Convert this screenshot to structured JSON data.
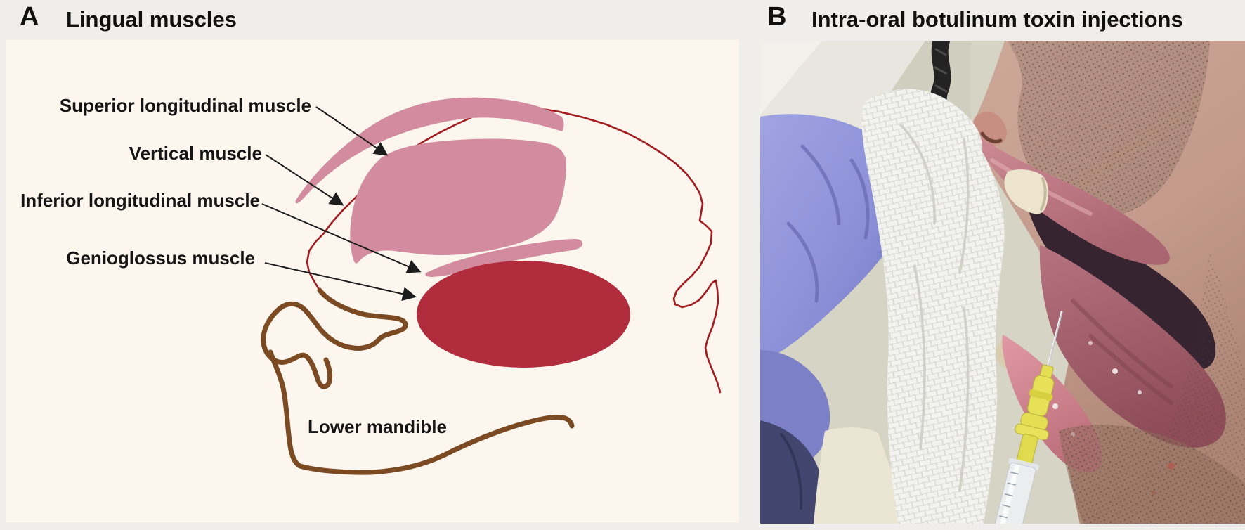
{
  "figure": {
    "panelA": {
      "letter": "A",
      "title": "Lingual muscles",
      "labels": {
        "superior": "Superior longitudinal muscle",
        "vertical": "Vertical muscle",
        "inferior": "Inferior longitudinal muscle",
        "genioglossus": "Genioglossus muscle",
        "mandible": "Lower mandible"
      },
      "colors": {
        "panel_background": "#fdf6ee",
        "muscle_pink": "#d28b9f",
        "genioglossus_red": "#b12c3c",
        "head_outline_red": "#a31b1f",
        "mandible_brown": "#7b4a22",
        "arrow_black": "#1c1c1c",
        "label_text": "#151515"
      }
    },
    "panelB": {
      "letter": "B",
      "title": "Intra-oral botulinum toxin injections",
      "scene": {
        "glove": "purple-nitrile-glove",
        "gauze": "white-gauze-pad",
        "syringe": "syringe-with-yellow-hub-needle",
        "mouth": "open-mouth-with-tongue",
        "cord": "dark-braided-cord"
      },
      "colors": {
        "wall": "#d6d4c5",
        "glove_purple": "#8a8ed6",
        "glove_navy": "#42466f",
        "gauze_white": "#f2f2ef",
        "skin": "#c9a093",
        "lip_pink": "#c9868f",
        "tongue": "#b5737f",
        "tooth": "#ece4cd",
        "syringe_hub_yellow": "#e4de52",
        "syringe_barrel": "#eef1f5",
        "cord_dark": "#232323"
      }
    },
    "page_background": "#efeeec"
  }
}
